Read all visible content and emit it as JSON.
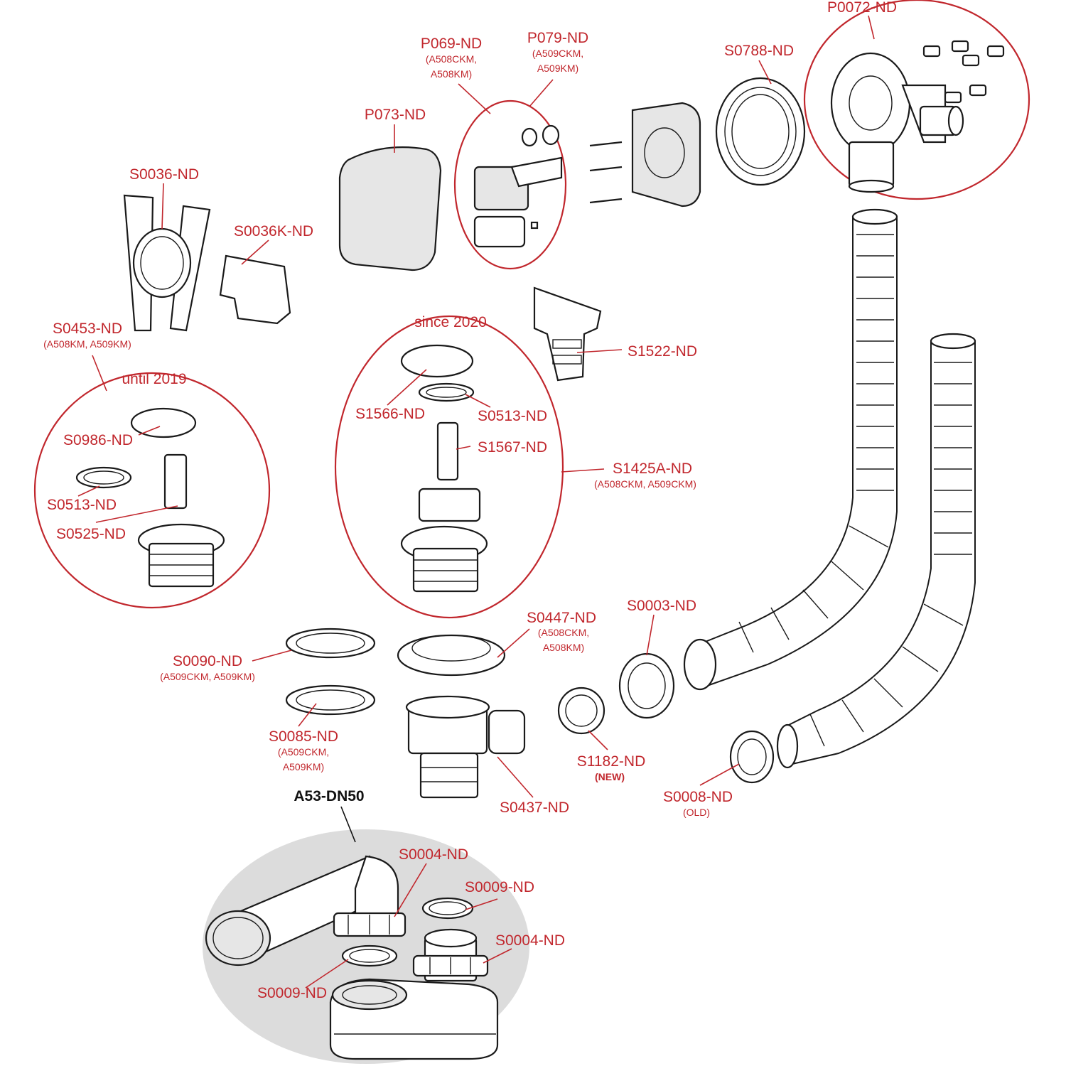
{
  "diagram": {
    "colors": {
      "label": "#c1272d",
      "outline": "#1a1a1a",
      "highlight_bg": "#dcdcdc"
    },
    "labels": {
      "p0072": "P0072-ND",
      "s0788": "S0788-ND",
      "p079": "P079-ND",
      "p079_sub1": "(A509CKM,",
      "p079_sub2": "A509KM)",
      "p069": "P069-ND",
      "p069_sub1": "(A508CKM,",
      "p069_sub2": "A508KM)",
      "p073": "P073-ND",
      "s0036": "S0036-ND",
      "s0036k": "S0036K-ND",
      "s0453": "S0453-ND",
      "s0453_sub": "(A508KM, A509KM)",
      "until2019": "until 2019",
      "since2020": "since 2020",
      "s1522": "S1522-ND",
      "s0986": "S0986-ND",
      "s0513_left": "S0513-ND",
      "s0525": "S0525-ND",
      "s1566": "S1566-ND",
      "s0513_mid": "S0513-ND",
      "s1567": "S1567-ND",
      "s1425a": "S1425A-ND",
      "s1425a_sub": "(A508CKM, A509CKM)",
      "s0003": "S0003-ND",
      "s0447": "S0447-ND",
      "s0447_sub1": "(A508CKM,",
      "s0447_sub2": "A508KM)",
      "s0090": "S0090-ND",
      "s0090_sub": "(A509CKM, A509KM)",
      "s0085": "S0085-ND",
      "s0085_sub1": "(A509CKM,",
      "s0085_sub2": "A509KM)",
      "s1182": "S1182-ND",
      "s1182_sub": "(NEW)",
      "s0437": "S0437-ND",
      "s0008": "S0008-ND",
      "s0008_sub": "(OLD)",
      "a53": "A53-DN50",
      "s0004_top": "S0004-ND",
      "s0009_top": "S0009-ND",
      "s0004_bottom": "S0004-ND",
      "s0009_bottom": "S0009-ND"
    }
  }
}
